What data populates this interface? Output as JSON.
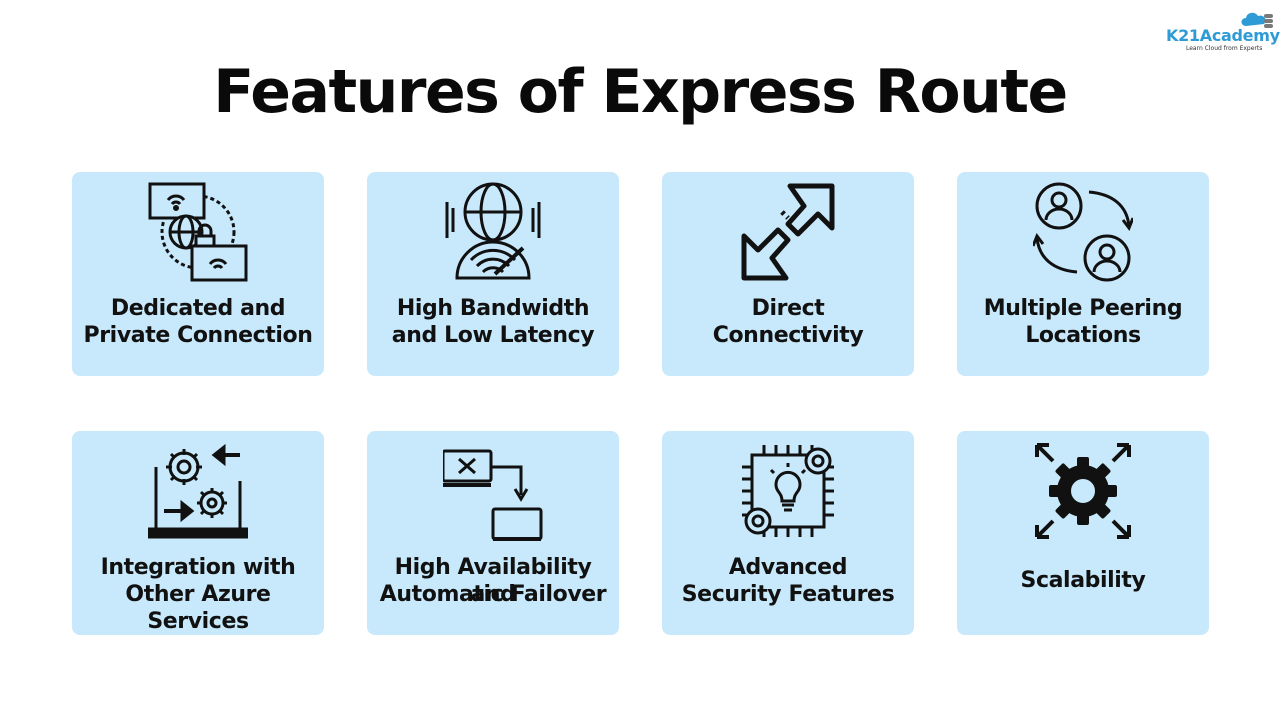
{
  "logo": {
    "name": "K21Academy",
    "tagline": "Learn Cloud from Experts",
    "icon": "cloud-stack-icon",
    "brand_color": "#2e9bd6"
  },
  "title": "Features of Express Route",
  "colors": {
    "card_bg": "#c8e9fb",
    "text": "#111111"
  },
  "cards": [
    {
      "lines": [
        "Dedicated and",
        "Private Connection"
      ],
      "icon": "private-connection-icon"
    },
    {
      "lines": [
        "High Bandwidth",
        "and Low Latency"
      ],
      "icon": "speedometer-globe-icon"
    },
    {
      "lines": [
        "Direct",
        "Connectivity"
      ],
      "icon": "direct-arrows-icon"
    },
    {
      "lines": [
        "Multiple Peering",
        "Locations"
      ],
      "icon": "peering-users-icon"
    },
    {
      "lines": [
        "Integration with",
        "Other Azure Services"
      ],
      "icon": "integration-gears-icon"
    },
    {
      "lines": [
        "High Availability and",
        "Automatic Failover"
      ],
      "icon": "failover-icon"
    },
    {
      "lines": [
        "Advanced",
        "Security Features"
      ],
      "icon": "security-chip-icon"
    },
    {
      "lines": [
        "Scalability"
      ],
      "icon": "scalability-gear-icon"
    }
  ]
}
